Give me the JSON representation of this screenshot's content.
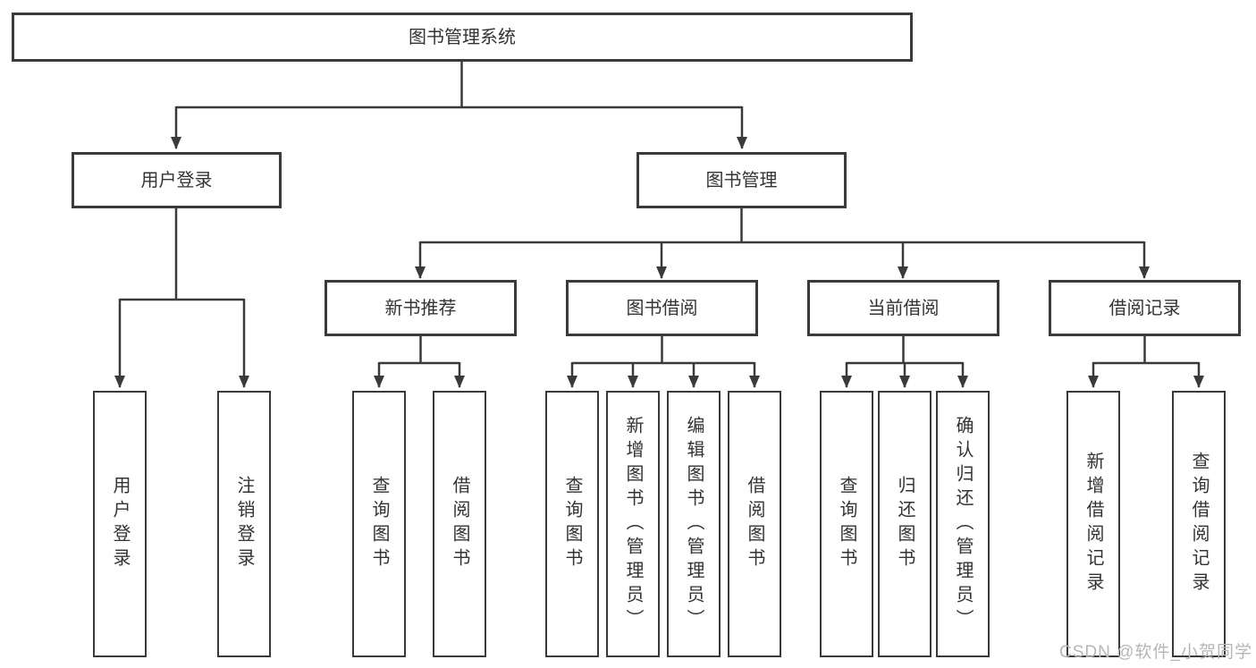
{
  "diagram": {
    "type": "hierarchy-tree",
    "line_color": "#3a3a3a",
    "box_background": "#ffffff",
    "text_color": "#333333",
    "nodes": {
      "root": "图书管理系统",
      "user_login": "用户登录",
      "book_mgmt": "图书管理",
      "new_book_rec": "新书推荐",
      "book_borrow": "图书借阅",
      "current_borrow": "当前借阅",
      "borrow_record": "借阅记录",
      "leaf_user_login": "用户登录",
      "leaf_logout": "注销登录",
      "leaf_query_book_1": "查询图书",
      "leaf_borrow_book_1": "借阅图书",
      "leaf_query_book_2": "查询图书",
      "leaf_add_book": "新增图书（管理员）",
      "leaf_edit_book": "编辑图书（管理员）",
      "leaf_borrow_book_2": "借阅图书",
      "leaf_query_book_3": "查询图书",
      "leaf_return_book": "归还图书",
      "leaf_confirm_return": "确认归还（管理员）",
      "leaf_add_record": "新增借阅记录",
      "leaf_query_record": "查询借阅记录"
    },
    "watermark": {
      "text": "CSDN @软件_小贺同学",
      "color": "#b6b6b6"
    }
  }
}
